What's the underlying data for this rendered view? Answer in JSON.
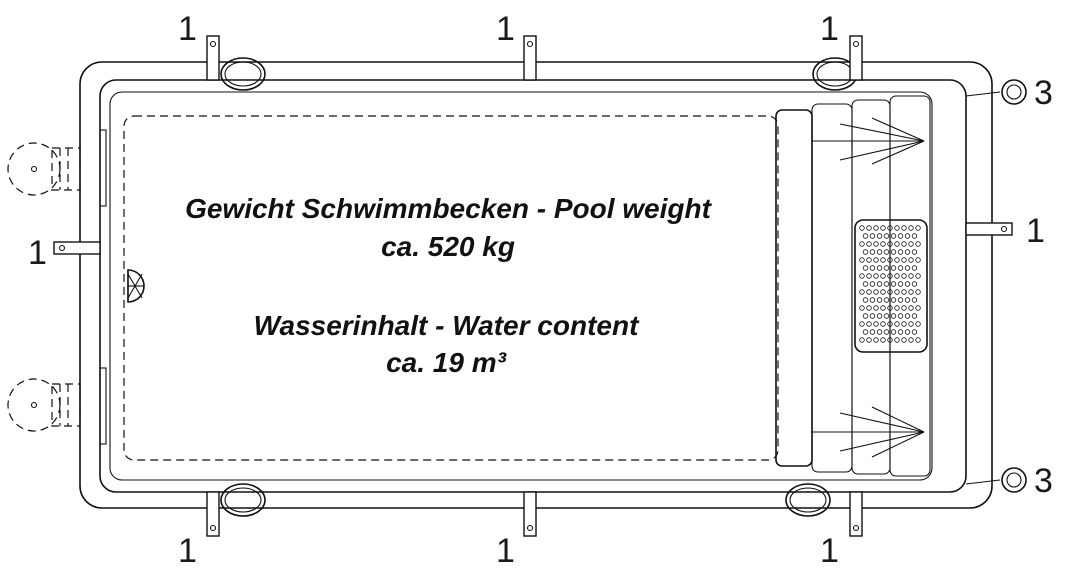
{
  "diagram": {
    "weight_line1": "Gewicht Schwimmbecken - Pool weight",
    "weight_line2": "ca. 520 kg",
    "water_line1": "Wasserinhalt - Water content",
    "water_line2": "ca. 19 m³",
    "labels": {
      "top_left": "1",
      "top_center": "1",
      "top_right": "1",
      "left_mid": "1",
      "right_mid": "1",
      "right_top": "3",
      "right_bottom": "3",
      "bottom_left": "1",
      "bottom_center": "1",
      "bottom_right": "1"
    }
  }
}
